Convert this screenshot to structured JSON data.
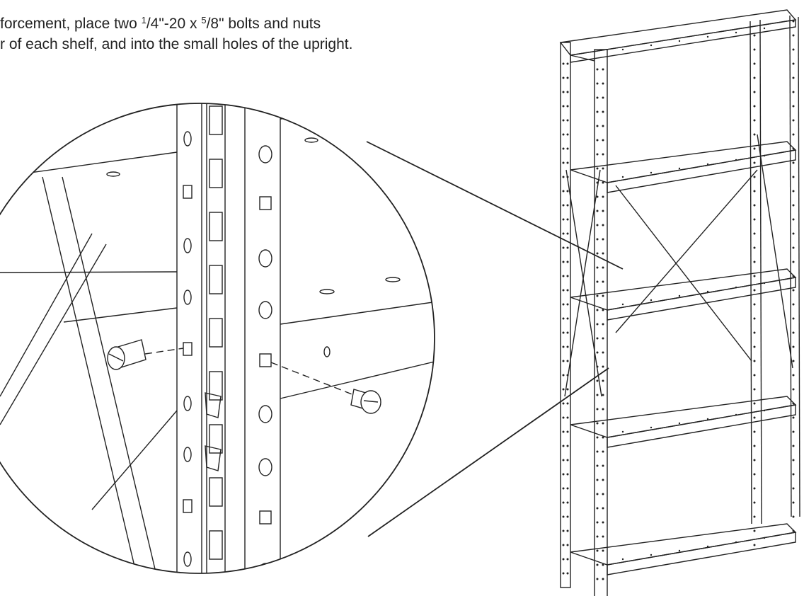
{
  "instruction": {
    "line1_before": "forcement, place two ",
    "frac1_num": "1",
    "frac1_rest": "/4\"-20 x ",
    "frac2_num": "5",
    "frac2_rest": "/8\" bolts and nuts",
    "line2": "r of each shelf, and into the small holes of the upright."
  },
  "colors": {
    "ink": "#222222",
    "background": "#ffffff"
  }
}
